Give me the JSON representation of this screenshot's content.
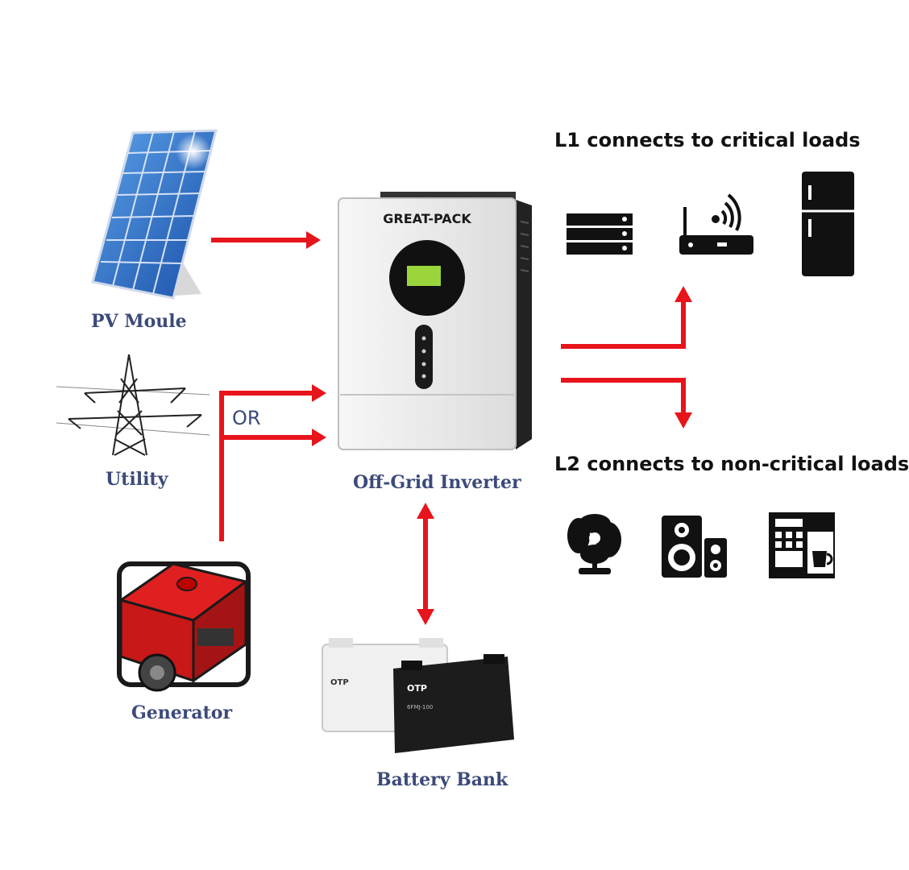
{
  "sources": {
    "pv_label": "PV Moule",
    "utility_label": "Utility",
    "generator_label": "Generator",
    "or_label": "OR"
  },
  "inverter": {
    "brand": "GREAT-PACK",
    "label": "Off-Grid Inverter"
  },
  "battery": {
    "label": "Battery Bank",
    "brand": "OTP",
    "model": "6FMJ-100"
  },
  "loads": {
    "l1_heading": "L1 connects to critical loads",
    "l1_items": [
      "server-icon",
      "router-icon",
      "refrigerator-icon"
    ],
    "l2_heading": "L2 connects to non-critical loads",
    "l2_items": [
      "fan-icon",
      "speaker-icon",
      "coffee-machine-icon"
    ]
  },
  "colors": {
    "arrow": "#e8141b",
    "label_text": "#3c4a7a",
    "heading_text": "#111111"
  }
}
